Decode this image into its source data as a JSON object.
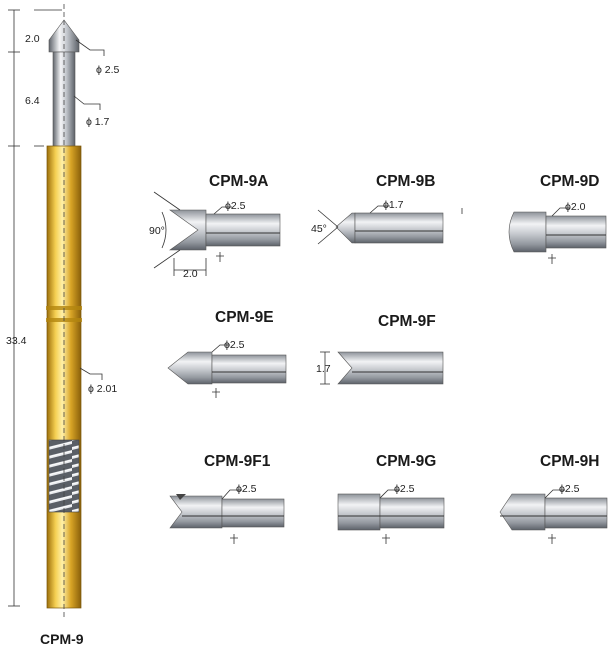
{
  "main_probe": {
    "label": "CPM-9",
    "dims": {
      "tip_len": "2.0",
      "plunger_len": "6.4",
      "total_len": "33.4",
      "tip_dia": "ϕ 2.5",
      "plunger_dia": "ϕ 1.7",
      "barrel_dia": "ϕ 2.01"
    }
  },
  "tips": [
    {
      "id": "9a",
      "label": "CPM-9A",
      "dia": "ϕ2.5",
      "angle": "90°",
      "length": "2.0"
    },
    {
      "id": "9b",
      "label": "CPM-9B",
      "dia": "ϕ1.7",
      "angle": "45°"
    },
    {
      "id": "9d",
      "label": "CPM-9D",
      "dia": "ϕ2.0"
    },
    {
      "id": "9e",
      "label": "CPM-9E",
      "dia": "ϕ2.5"
    },
    {
      "id": "9f",
      "label": "CPM-9F",
      "length": "1.7"
    },
    {
      "id": "9f1",
      "label": "CPM-9F1",
      "dia": "ϕ2.5"
    },
    {
      "id": "9g",
      "label": "CPM-9G",
      "dia": "ϕ2.5"
    },
    {
      "id": "9h",
      "label": "CPM-9H",
      "dia": "ϕ2.5"
    }
  ],
  "colors": {
    "gold": "#e2b531",
    "gold_dark": "#a77a10",
    "steel": "#c9ccd2",
    "steel_dark": "#6e737b"
  }
}
